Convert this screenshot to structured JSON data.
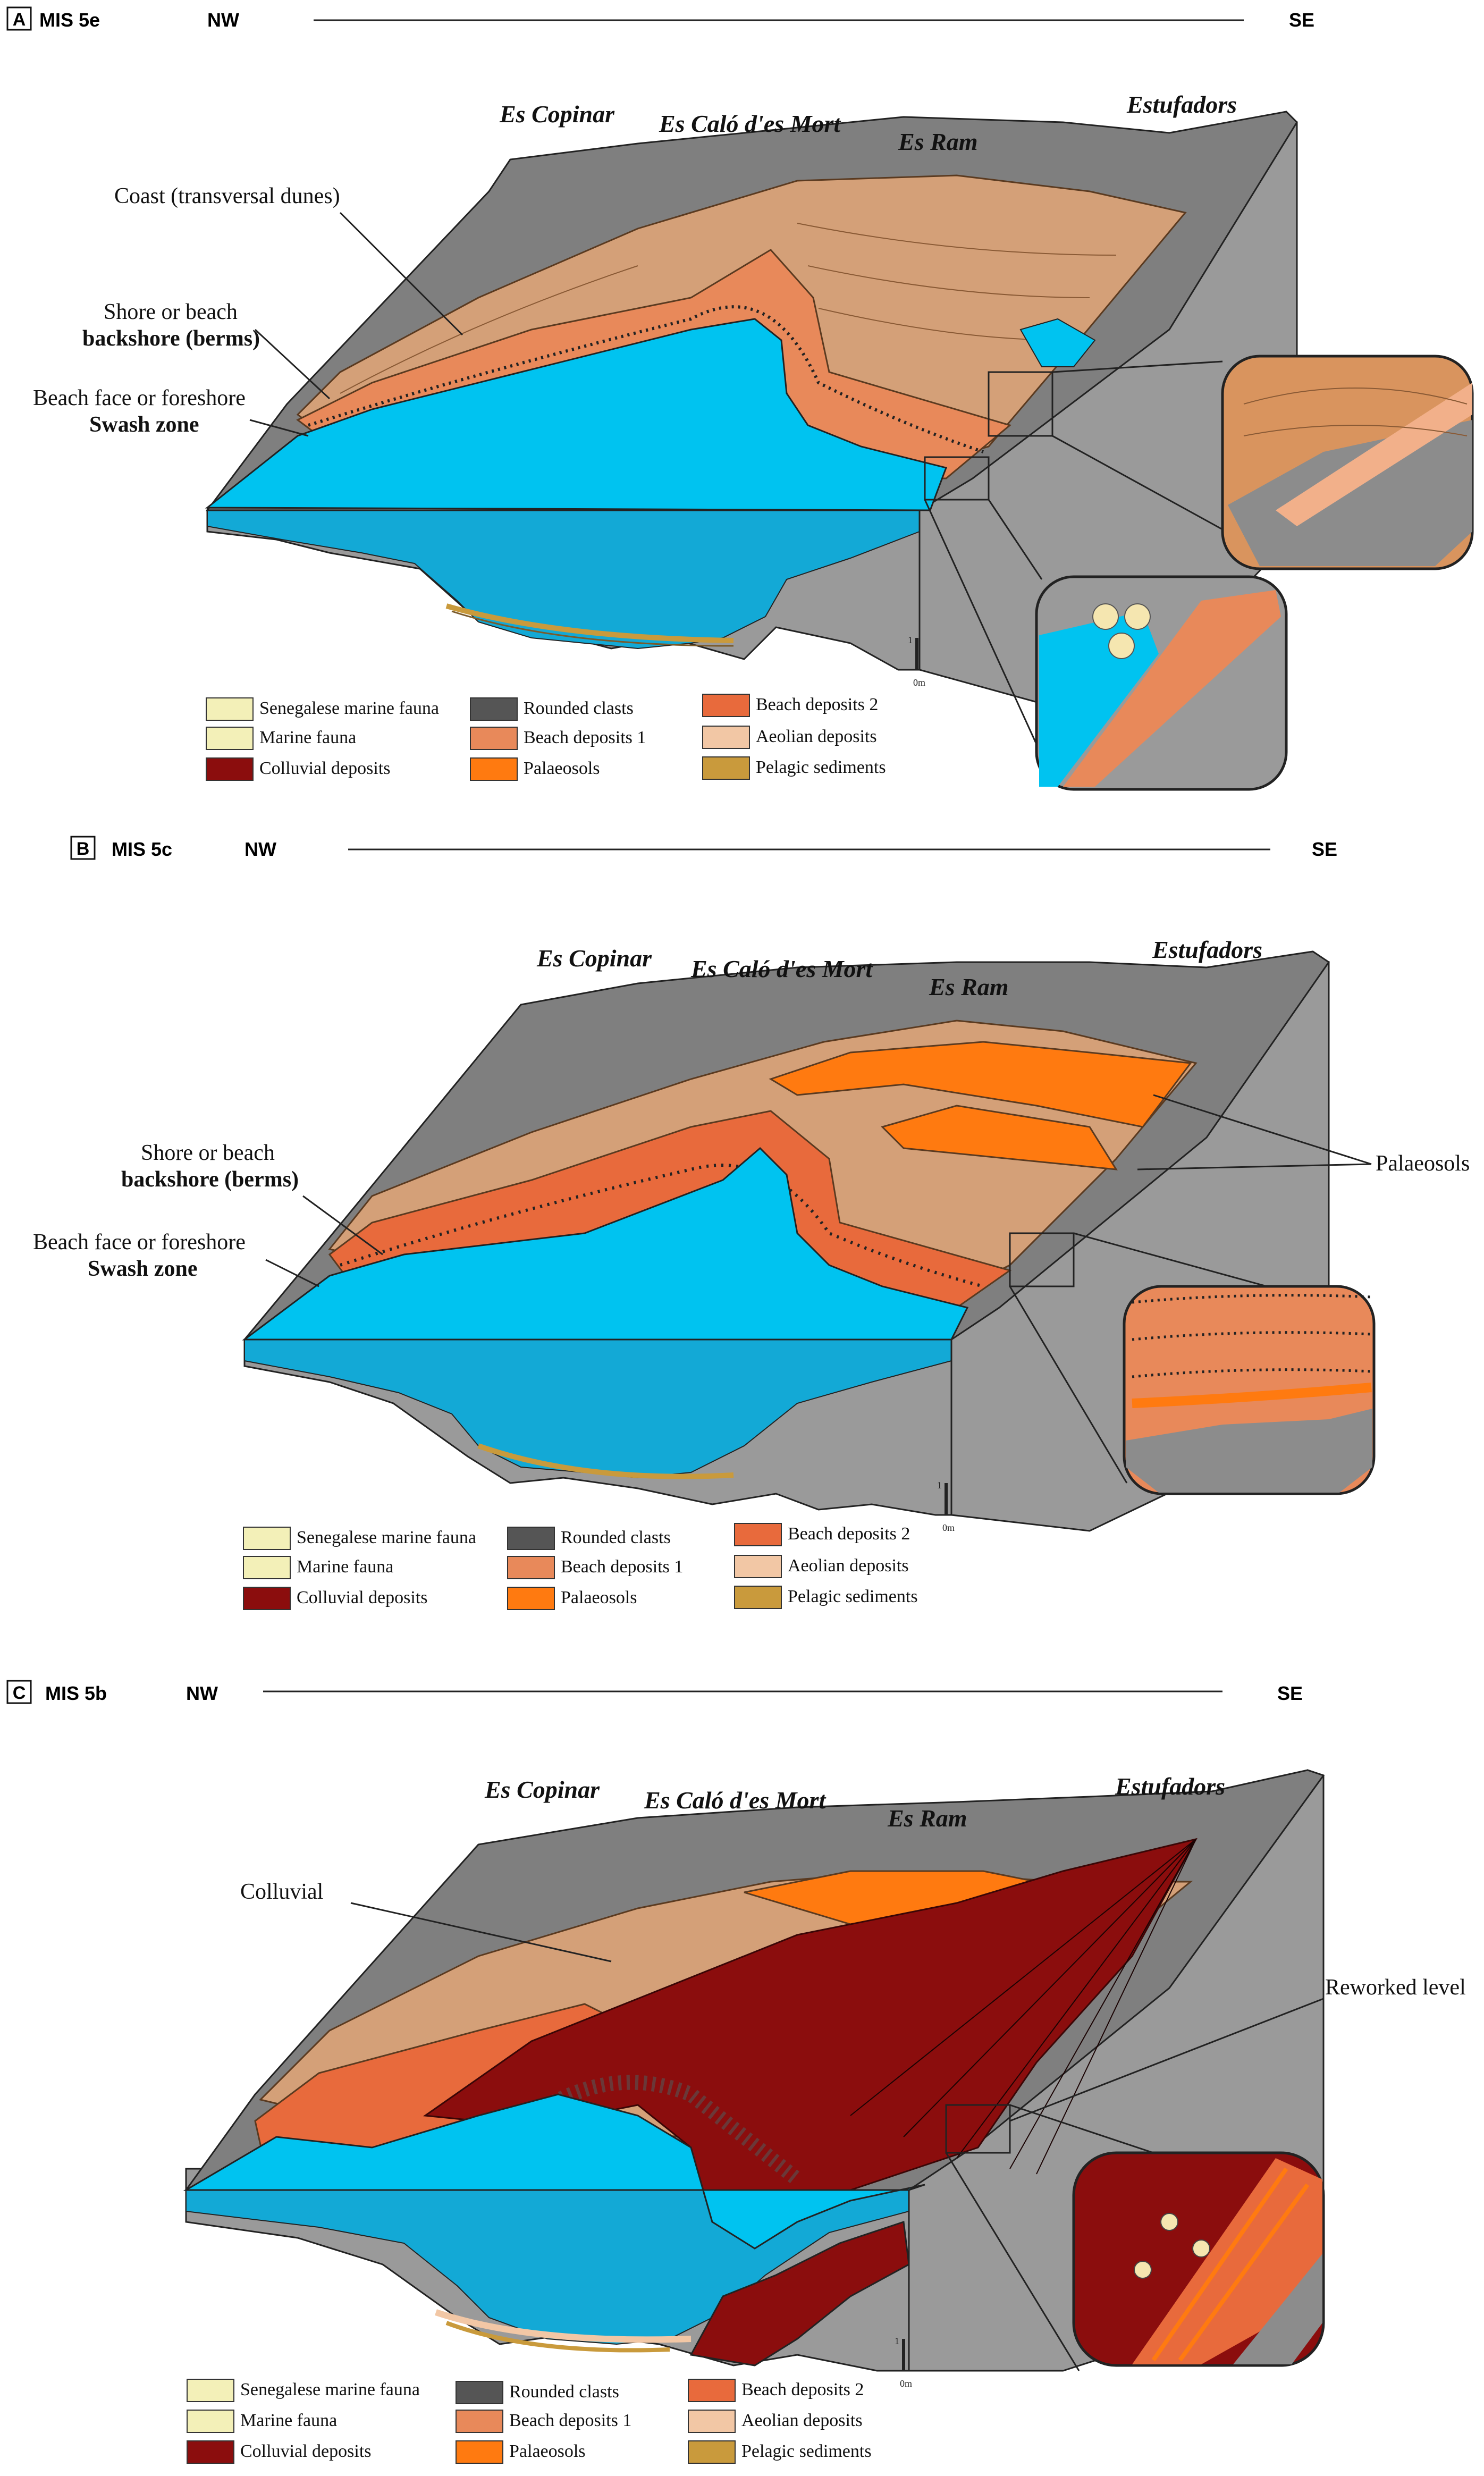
{
  "colors": {
    "sea": "#00c3f0",
    "sea_dark": "#13a9d6",
    "rock": "#8c8c8c",
    "rock_dark": "#6e6e6e",
    "beach1": "#e8895a",
    "beach2": "#e86a3c",
    "aeolian": "#d4a078",
    "palaeosol": "#ff7a10",
    "colluvial": "#8b0d0d",
    "pelagic": "#c99a3c"
  },
  "panels": [
    {
      "letter": "A",
      "title": "MIS 5e",
      "nw": "NW",
      "se": "SE",
      "places": [
        "Es Copinar",
        "Es Caló d'es Mort",
        "Es Ram",
        "Estufadors"
      ],
      "annotations": {
        "coast": "Coast (transversal dunes)",
        "shore_1": "Shore or beach",
        "shore_2": "backshore (berms)",
        "face_1": "Beach face or foreshore",
        "face_2": "Swash zone"
      },
      "scale": {
        "one": "1",
        "zero": "0m"
      }
    },
    {
      "letter": "B",
      "title": "MIS 5c",
      "nw": "NW",
      "se": "SE",
      "places": [
        "Es Copinar",
        "Es Caló d'es Mort",
        "Es Ram",
        "Estufadors"
      ],
      "annotations": {
        "shore_1": "Shore or beach",
        "shore_2": "backshore (berms)",
        "face_1": "Beach face or foreshore",
        "face_2": "Swash zone",
        "palaeosols": "Palaeosols"
      },
      "scale": {
        "one": "1",
        "zero": "0m"
      }
    },
    {
      "letter": "C",
      "title": "MIS 5b",
      "nw": "NW",
      "se": "SE",
      "places": [
        "Es Copinar",
        "Es Caló d'es Mort",
        "Es Ram",
        "Estufadors"
      ],
      "annotations": {
        "colluvial": "Colluvial",
        "reworked": "Reworked level"
      },
      "scale": {
        "one": "1",
        "zero": "0m"
      }
    }
  ],
  "legend": [
    "Senegalese marine fauna",
    "Marine fauna",
    "Colluvial deposits",
    "Rounded clasts",
    "Beach deposits 1",
    "Palaeosols",
    "Beach deposits 2",
    "Aeolian deposits",
    "Pelagic sediments"
  ]
}
